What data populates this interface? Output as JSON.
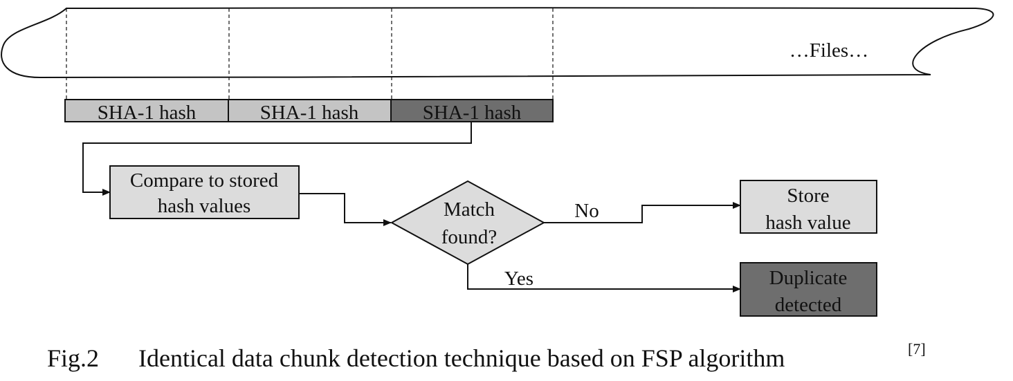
{
  "diagram": {
    "files_label": "…Files…",
    "hash_blocks": [
      {
        "label": "SHA-1 hash",
        "color": "#c4c4c4"
      },
      {
        "label": "SHA-1 hash",
        "color": "#c4c4c4"
      },
      {
        "label": "SHA-1 hash",
        "color": "#6e6e6e"
      }
    ],
    "compare_box": {
      "line1": "Compare to stored",
      "line2": "hash values",
      "color": "#dcdcdc"
    },
    "decision": {
      "line1": "Match",
      "line2": "found?",
      "color": "#dcdcdc"
    },
    "no_label": "No",
    "yes_label": "Yes",
    "store_box": {
      "line1": "Store",
      "line2": "hash value",
      "color": "#dcdcdc"
    },
    "duplicate_box": {
      "line1": "Duplicate",
      "line2": "detected",
      "color": "#6e6e6e"
    }
  },
  "caption": {
    "number": "Fig.2",
    "text": "Identical data chunk detection technique based on FSP algorithm",
    "ref": "[7]"
  }
}
